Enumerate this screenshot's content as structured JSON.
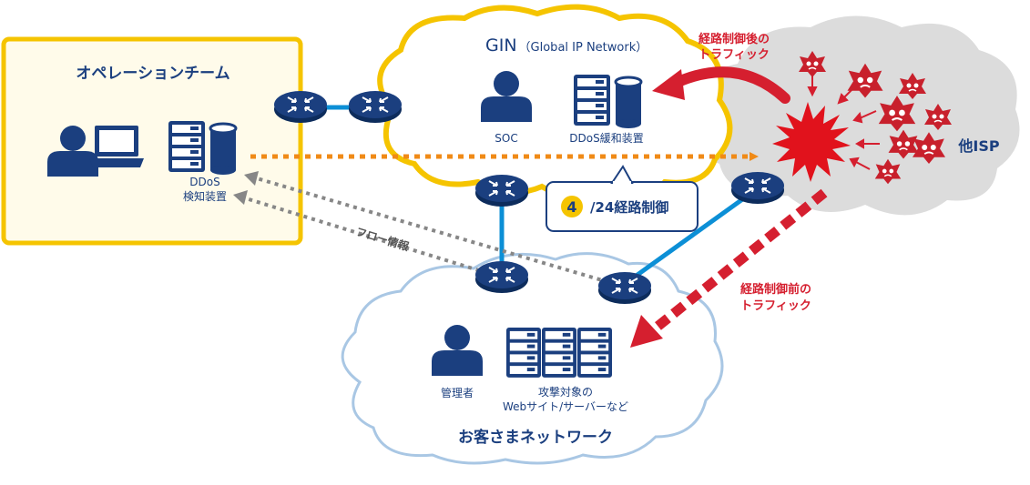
{
  "operation_team": {
    "title": "オペレーションチーム",
    "ddos_detector_line1": "DDoS",
    "ddos_detector_line2": "検知装置"
  },
  "gin": {
    "title": "GIN",
    "title_sub": "（Global IP Network）",
    "soc_label": "SOC",
    "mitigation_label": "DDoS緩和装置"
  },
  "callout": {
    "badge_number": "4",
    "text": "/24経路制御"
  },
  "flow_label": "フロー情報",
  "traffic_after": {
    "line1": "経路制御後の",
    "line2": "トラフィック"
  },
  "traffic_before": {
    "line1": "経路制御前の",
    "line2": "トラフィック"
  },
  "other_isp": "他ISP",
  "customer": {
    "title": "お客さまネットワーク",
    "admin_label": "管理者",
    "target_line1": "攻撃対象の",
    "target_line2": "Webサイト/サーバーなど"
  },
  "colors": {
    "navy": "#1b3f7f",
    "yellow": "#f5c400",
    "blue_line": "#0c8fd6",
    "orange": "#f08a16",
    "red": "#d51f2f",
    "gray": "#878787",
    "cloud_blue": "#a9c7e4",
    "isp_cloud": "#dcdcdc"
  }
}
